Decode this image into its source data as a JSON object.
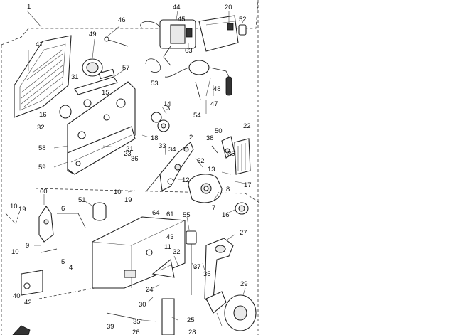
{
  "callouts": [
    {
      "id": "c-1",
      "text": "1"
    },
    {
      "id": "c-46",
      "text": "46"
    },
    {
      "id": "c-44",
      "text": "44"
    },
    {
      "id": "c-45",
      "text": "45"
    },
    {
      "id": "c-20",
      "text": "20"
    },
    {
      "id": "c-52",
      "text": "52"
    },
    {
      "id": "c-49",
      "text": "49"
    },
    {
      "id": "c-41",
      "text": "41"
    },
    {
      "id": "c-63",
      "text": "63"
    },
    {
      "id": "c-57",
      "text": "57"
    },
    {
      "id": "c-31",
      "text": "31"
    },
    {
      "id": "c-53",
      "text": "53"
    },
    {
      "id": "c-15",
      "text": "15"
    },
    {
      "id": "c-48",
      "text": "48"
    },
    {
      "id": "c-47",
      "text": "47"
    },
    {
      "id": "c-54",
      "text": "54"
    },
    {
      "id": "c-16a",
      "text": "16"
    },
    {
      "id": "c-14",
      "text": "14"
    },
    {
      "id": "c-3",
      "text": "3"
    },
    {
      "id": "c-32a",
      "text": "32"
    },
    {
      "id": "c-18",
      "text": "18"
    },
    {
      "id": "c-50",
      "text": "50"
    },
    {
      "id": "c-22",
      "text": "22"
    },
    {
      "id": "c-38",
      "text": "38"
    },
    {
      "id": "c-2",
      "text": "2"
    },
    {
      "id": "c-58",
      "text": "58"
    },
    {
      "id": "c-21",
      "text": "21"
    },
    {
      "id": "c-33",
      "text": "33"
    },
    {
      "id": "c-23",
      "text": "23"
    },
    {
      "id": "c-36a",
      "text": "36"
    },
    {
      "id": "c-34",
      "text": "34"
    },
    {
      "id": "c-36b",
      "text": "36"
    },
    {
      "id": "c-62",
      "text": "62"
    },
    {
      "id": "c-13",
      "text": "13"
    },
    {
      "id": "c-59",
      "text": "59"
    },
    {
      "id": "c-12",
      "text": "12"
    },
    {
      "id": "c-17",
      "text": "17"
    },
    {
      "id": "c-8",
      "text": "8"
    },
    {
      "id": "c-60",
      "text": "60"
    },
    {
      "id": "c-10a",
      "text": "10"
    },
    {
      "id": "c-51",
      "text": "51"
    },
    {
      "id": "c-19a",
      "text": "19"
    },
    {
      "id": "c-7",
      "text": "7"
    },
    {
      "id": "c-10b",
      "text": "10"
    },
    {
      "id": "c-19b",
      "text": "19"
    },
    {
      "id": "c-6",
      "text": "6"
    },
    {
      "id": "c-16b",
      "text": "16"
    },
    {
      "id": "c-64",
      "text": "64"
    },
    {
      "id": "c-61",
      "text": "61"
    },
    {
      "id": "c-55",
      "text": "55"
    },
    {
      "id": "c-43",
      "text": "43"
    },
    {
      "id": "c-27",
      "text": "27"
    },
    {
      "id": "c-9",
      "text": "9"
    },
    {
      "id": "c-10c",
      "text": "10"
    },
    {
      "id": "c-11",
      "text": "11"
    },
    {
      "id": "c-32b",
      "text": "32"
    },
    {
      "id": "c-5",
      "text": "5"
    },
    {
      "id": "c-4",
      "text": "4"
    },
    {
      "id": "c-37",
      "text": "37"
    },
    {
      "id": "c-35a",
      "text": "35"
    },
    {
      "id": "c-40",
      "text": "40"
    },
    {
      "id": "c-24",
      "text": "24"
    },
    {
      "id": "c-42",
      "text": "42"
    },
    {
      "id": "c-29",
      "text": "29"
    },
    {
      "id": "c-30",
      "text": "30"
    },
    {
      "id": "c-35b",
      "text": "35"
    },
    {
      "id": "c-39",
      "text": "39"
    },
    {
      "id": "c-25",
      "text": "25"
    },
    {
      "id": "c-26",
      "text": "26"
    },
    {
      "id": "c-28",
      "text": "28"
    }
  ]
}
